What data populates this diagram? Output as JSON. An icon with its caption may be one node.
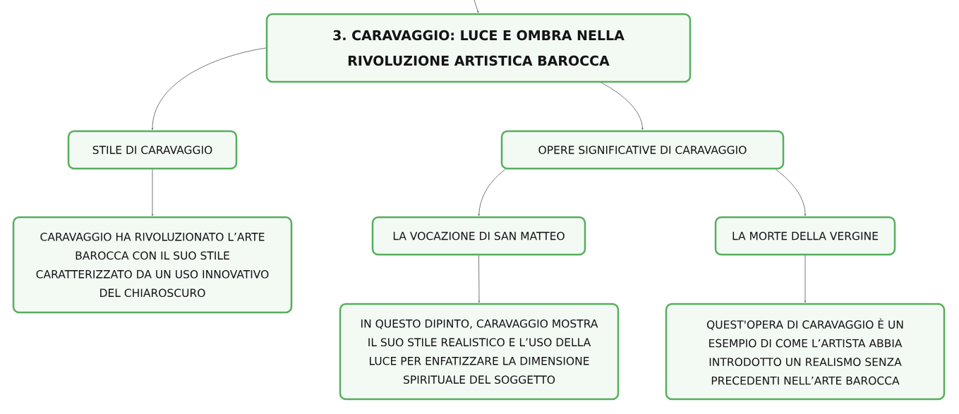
{
  "diagram": {
    "nodes": [
      {
        "text": [
          "3. CARAVAGGIO: LUCE E OMBRA NELLA RIVOLUZIONE ARTISTICA BAROCCA"
        ]
      },
      {
        "text": [
          "STILE DI CARAVAGGIO"
        ]
      },
      {
        "text": [
          "OPERE SIGNIFICATIVE DI CARAVAGGIO"
        ]
      },
      {
        "text": [
          "CARAVAGGIO HA RIVOLUZIONATO L’ARTE BAROCCA CON IL SUO STILE CARATTERIZZATO DA UN USO INNOVATIVO DEL CHIAROSCURO"
        ]
      },
      {
        "text": [
          "LA VOCAZIONE DI SAN MATTEO"
        ]
      },
      {
        "text": [
          "LA MORTE DELLA VERGINE"
        ]
      },
      {
        "text": [
          "IN QUESTO DIPINTO, CARAVAGGIO MOSTRA IL SUO STILE REALISTICO E L’USO DELLA LUCE PER ENFATIZZARE LA DIMENSIONE SPIRITUALE DEL SOGGETTO"
        ]
      },
      {
        "text": [
          "QUEST'OPERA DI CARAVAGGIO È UN ESEMPIO DI COME L’ARTISTA ABBIA INTRODOTTO UN REALISMO SENZA PRECEDENTI NELL’ARTE BAROCCA"
        ]
      }
    ],
    "edges": [
      {
        "from": null,
        "to": 0,
        "arrow": "to"
      },
      {
        "from": 0,
        "to": 1,
        "arrow": "to"
      },
      {
        "from": 0,
        "to": 2,
        "arrow": "to"
      },
      {
        "from": 1,
        "to": 3,
        "arrow": "to"
      },
      {
        "from": 2,
        "to": 4,
        "arrow": "to"
      },
      {
        "from": 2,
        "to": 5,
        "arrow": "to"
      },
      {
        "from": 4,
        "to": 6,
        "arrow": "to"
      },
      {
        "from": 5,
        "to": 7,
        "arrow": "to"
      }
    ]
  }
}
